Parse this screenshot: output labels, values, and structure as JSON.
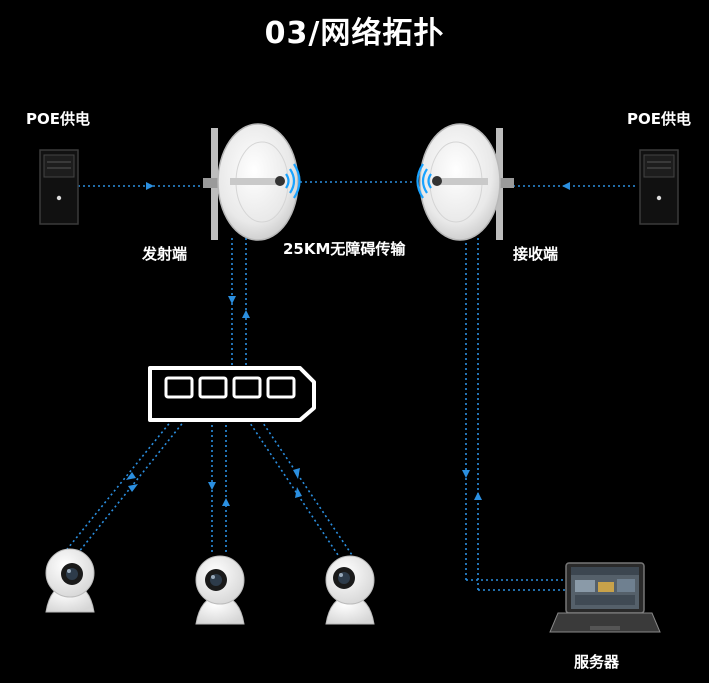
{
  "title": "03/网络拓扑",
  "labels": {
    "poe_left": "POE供电",
    "poe_right": "POE供电",
    "transmitter": "发射端",
    "receiver": "接收端",
    "link": "25KM无障碍传输",
    "server": "服务器"
  },
  "colors": {
    "background": "#000000",
    "link_line": "#2b8fe0",
    "signal_wave": "#1aa3ff",
    "device_white": "#f2f2f2"
  },
  "icons": {
    "poe": "poe-injector-icon",
    "dish": "dish-antenna-icon",
    "switch": "network-switch-icon",
    "camera": "dome-camera-icon",
    "server": "laptop-icon"
  }
}
